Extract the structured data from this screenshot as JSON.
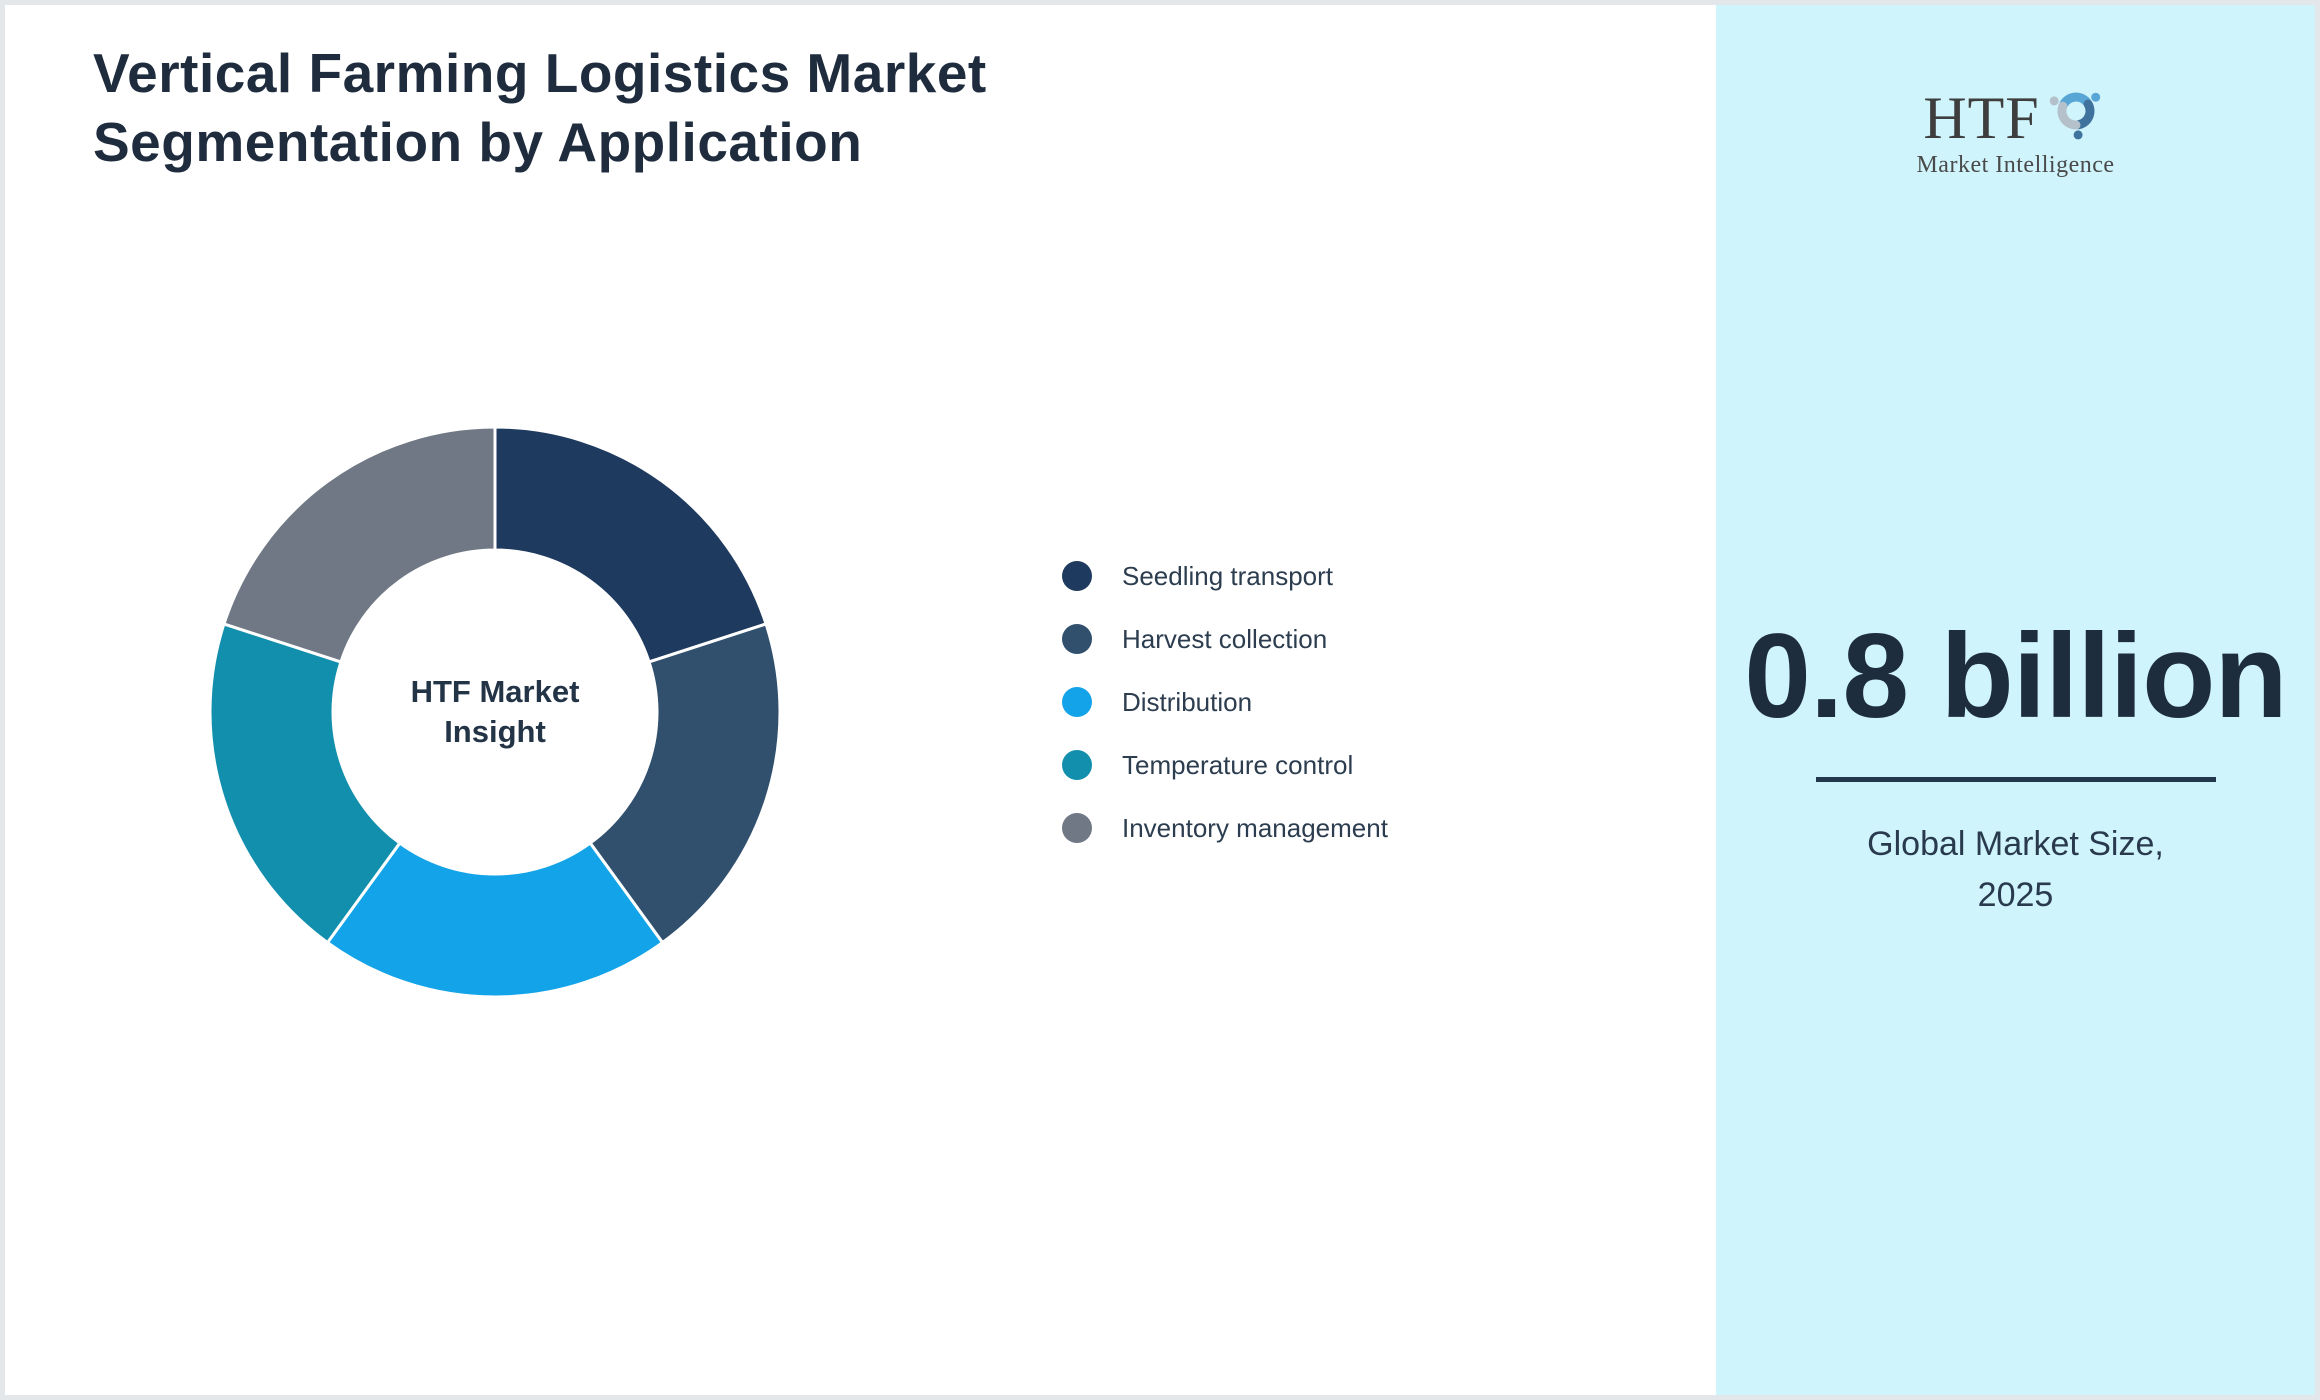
{
  "title": "Vertical Farming Logistics Market\nSegmentation by Application",
  "chart_data": {
    "type": "pie",
    "donut": true,
    "title": "Vertical Farming Logistics Market Segmentation by Application",
    "center_label": "HTF Market\nInsight",
    "categories": [
      "Seedling transport",
      "Harvest collection",
      "Distribution",
      "Temperature control",
      "Inventory management"
    ],
    "values": [
      20,
      20,
      20,
      20,
      20
    ],
    "colors": [
      "#1f3a5f",
      "#31506e",
      "#12a3e8",
      "#128fad",
      "#6f7884"
    ],
    "start_angle_deg": 0,
    "direction": "clockwise",
    "legend_position": "right",
    "slice_border_color": "#ffffff"
  },
  "logo": {
    "name": "HTF",
    "tagline": "Market Intelligence"
  },
  "panel": {
    "background": "#cff4fb",
    "market_size": "0.8 billion",
    "caption": "Global Market Size,\n2025",
    "divider_color": "#22384a"
  }
}
